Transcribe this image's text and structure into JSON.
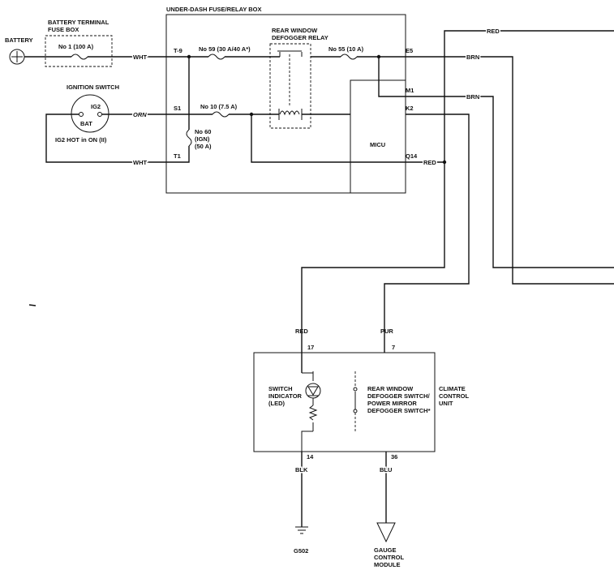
{
  "battery": {
    "label": "BATTERY"
  },
  "fuse_box": {
    "title_line1": "BATTERY TERMINAL",
    "title_line2": "FUSE BOX",
    "fuse": "No 1 (100 A)"
  },
  "ignition": {
    "title": "IGNITION SWITCH",
    "ig2": "IG2",
    "bat": "BAT",
    "note": "IG2 HOT in ON (II)"
  },
  "relay_box": {
    "title": "UNDER-DASH FUSE/RELAY BOX",
    "fuse59": "No 59 (30 A/40 A*)",
    "fuse55": "No 55 (10 A)",
    "fuse10": "No 10 (7.5 A)",
    "fuse60_line1": "No 60",
    "fuse60_line2": "(IGN)",
    "fuse60_line3": "(50 A)",
    "relay_line1": "REAR WINDOW",
    "relay_line2": "DEFOGGER RELAY",
    "micu": "MICU"
  },
  "terminals": {
    "t9": "T-9",
    "s1": "S1",
    "t1": "T1",
    "e5": "E5",
    "m1": "M1",
    "k2": "K2",
    "q14": "Q14"
  },
  "wires": {
    "wht1": "WHT",
    "orn": "ORN",
    "wht2": "WHT",
    "red_top": "RED",
    "brn1": "BRN",
    "brn2": "BRN",
    "red_q14": "RED",
    "red_unit": "RED",
    "pur": "PUR",
    "blk": "BLK",
    "blu": "BLU"
  },
  "climate_unit": {
    "pin17": "17",
    "pin7": "7",
    "pin14": "14",
    "pin36": "36",
    "title_line1": "CLIMATE",
    "title_line2": "CONTROL",
    "title_line3": "UNIT",
    "indicator_line1": "SWITCH",
    "indicator_line2": "INDICATOR",
    "indicator_line3": "(LED)",
    "switch_line1": "REAR WINDOW",
    "switch_line2": "DEFOGGER SWITCH/",
    "switch_line3": "POWER MIRROR",
    "switch_line4": "DEFOGGER SWITCH*"
  },
  "ground": {
    "label": "G502"
  },
  "gauge": {
    "line1": "GAUGE",
    "line2": "CONTROL",
    "line3": "MODULE"
  }
}
